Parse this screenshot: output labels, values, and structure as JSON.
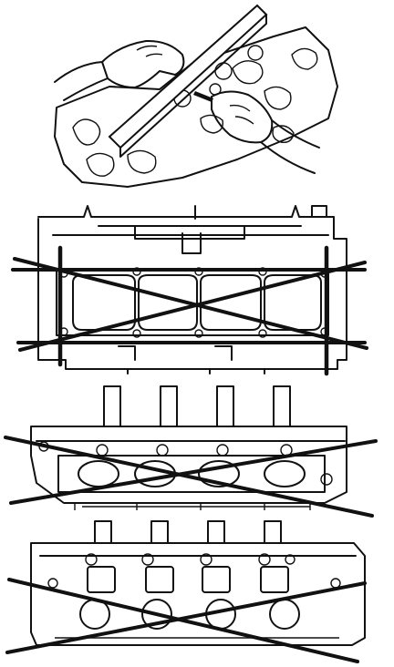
{
  "figure": {
    "panels": [
      {
        "id": "straightedge-measurement",
        "icon": "straightedge-check"
      },
      {
        "id": "head-direction-a",
        "marked": "x"
      },
      {
        "id": "head-direction-b",
        "marked": "x"
      },
      {
        "id": "head-direction-c",
        "marked": "x"
      }
    ],
    "colors": {
      "ink": "#111111",
      "background": "#ffffff"
    }
  }
}
